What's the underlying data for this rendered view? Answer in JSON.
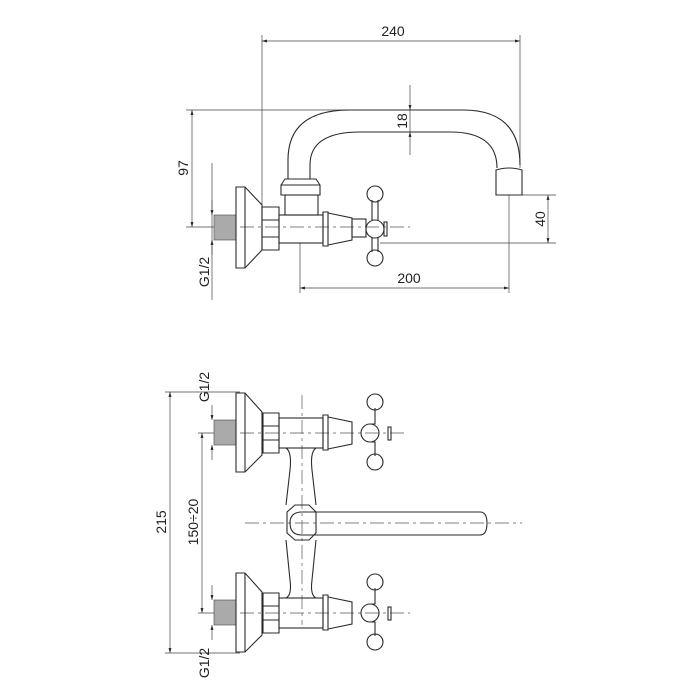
{
  "side_view": {
    "dim_total_length": "240",
    "dim_height": "97",
    "dim_spout_diameter": "18",
    "dim_spout_drop": "40",
    "dim_spout_reach": "200",
    "thread_label": "G1/2"
  },
  "front_view": {
    "dim_total_width": "215",
    "dim_center_distance": "150÷20",
    "thread_label_top": "G1/2",
    "thread_label_bottom": "G1/2"
  }
}
